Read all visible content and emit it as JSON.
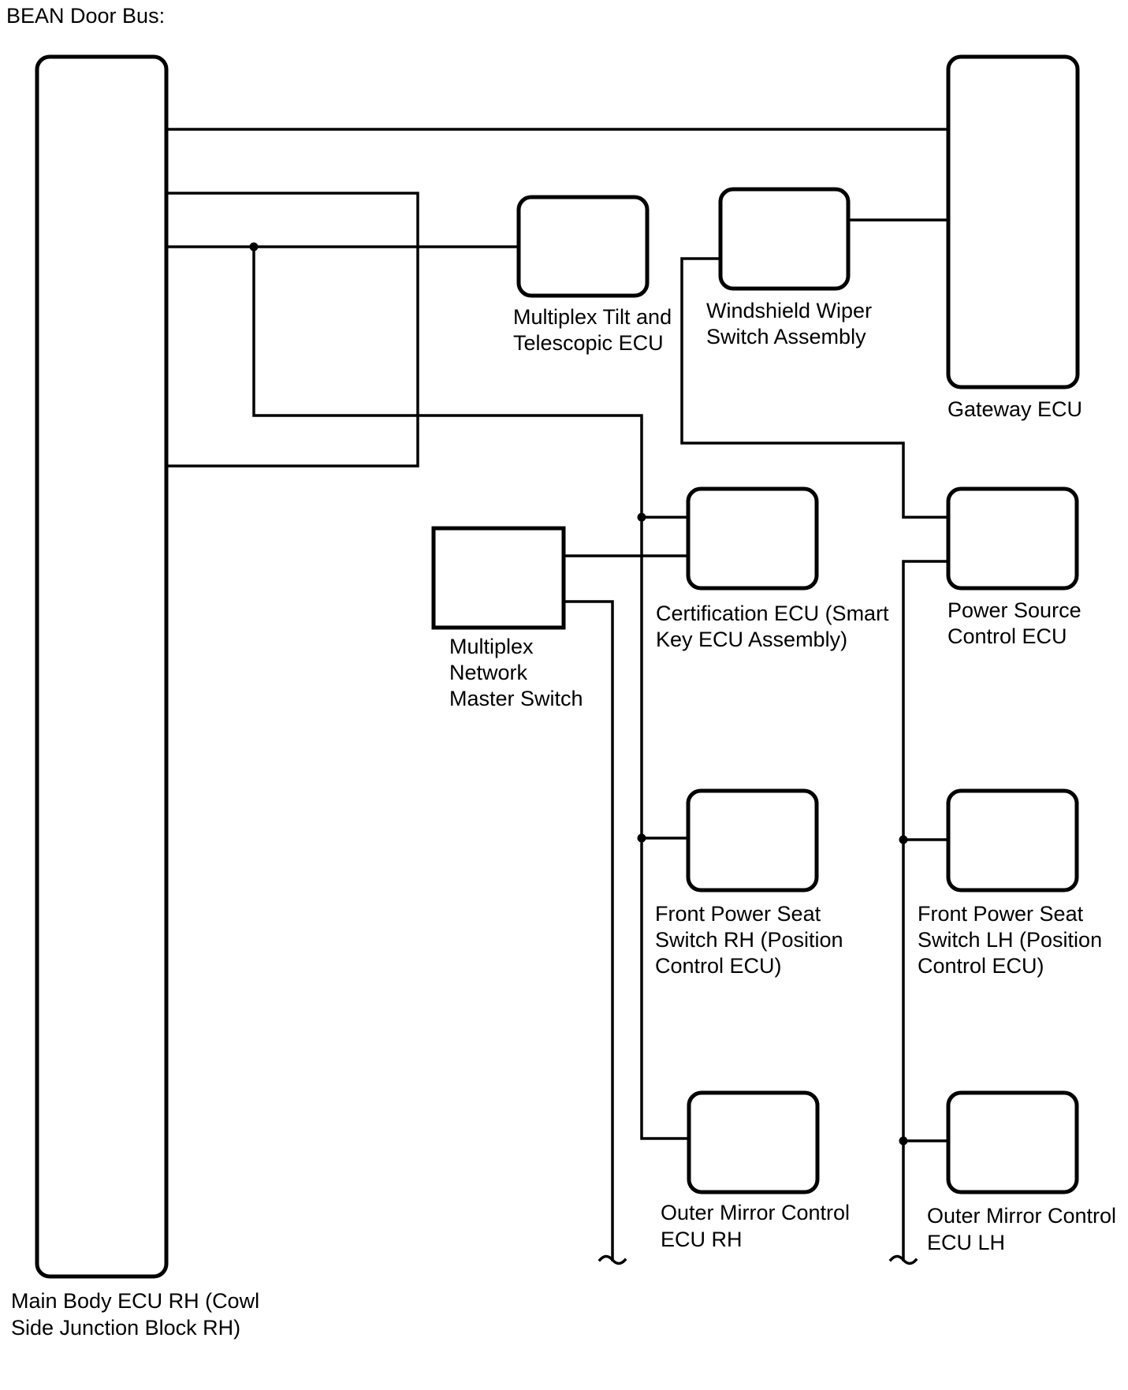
{
  "title": "BEAN Door Bus:",
  "nodes": {
    "main_body_ecu": [
      "Main Body ECU RH (Cowl",
      "Side Junction Block RH)"
    ],
    "gateway_ecu": [
      "Gateway ECU"
    ],
    "tilt_telescopic_ecu": [
      "Multiplex Tilt and",
      "Telescopic ECU"
    ],
    "wiper_switch": [
      "Windshield Wiper",
      "Switch Assembly"
    ],
    "certification_ecu": [
      "Certification ECU (Smart",
      "Key ECU Assembly)"
    ],
    "network_master_switch": [
      "Multiplex",
      "Network",
      "Master Switch"
    ],
    "power_source_ecu": [
      "Power Source",
      "Control ECU"
    ],
    "seat_switch_rh": [
      "Front Power Seat",
      "Switch RH (Position",
      "Control ECU)"
    ],
    "seat_switch_lh": [
      "Front Power Seat",
      "Switch LH (Position",
      "Control ECU)"
    ],
    "mirror_ecu_rh": [
      "Outer Mirror Control",
      "ECU RH"
    ],
    "mirror_ecu_lh": [
      "Outer Mirror Control",
      "ECU LH"
    ]
  },
  "colors": {
    "line": "#000000",
    "background": "#ffffff"
  }
}
